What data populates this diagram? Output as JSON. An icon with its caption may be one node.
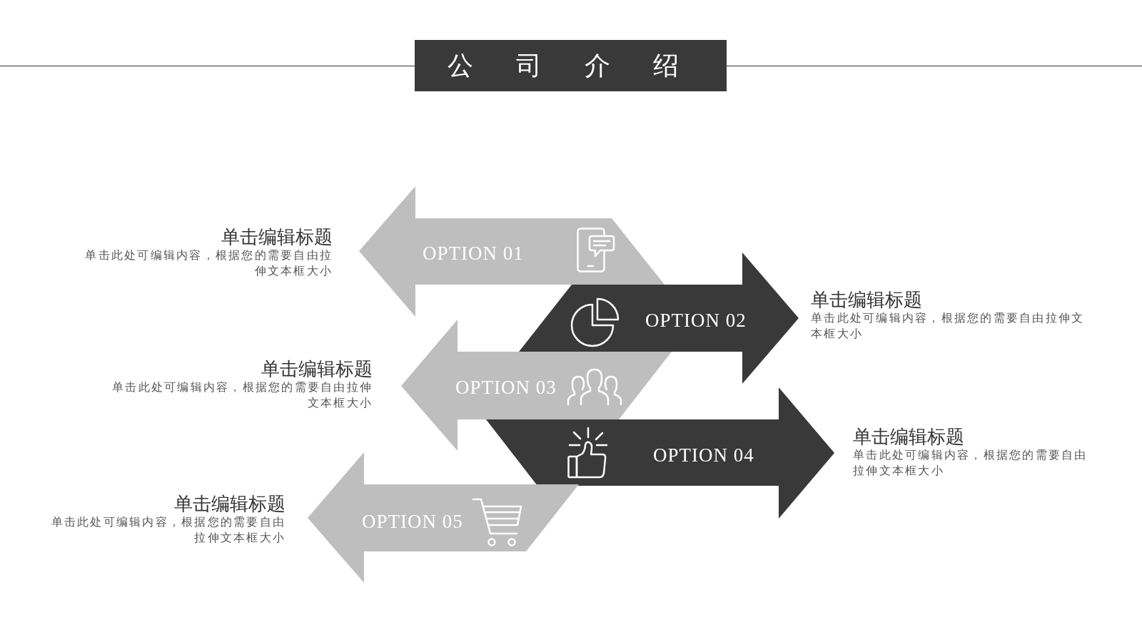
{
  "diagram": {
    "title": "公司介绍",
    "nodes": [
      {
        "text": [
          "OPTION 01"
        ],
        "beside": [
          "单击编辑标题",
          "单击此处可编辑内容，根据您的需要自由拉伸文本框大小"
        ]
      },
      {
        "text": [
          "OPTION 02"
        ],
        "beside": [
          "单击编辑标题",
          "单击此处可编辑内容，根据您的需要自由拉伸文本框大小"
        ]
      },
      {
        "text": [
          "OPTION 03"
        ],
        "beside": [
          "单击编辑标题",
          "单击此处可编辑内容，根据您的需要自由拉伸文本框大小"
        ]
      },
      {
        "text": [
          "OPTION 04"
        ],
        "beside": [
          "单击编辑标题",
          "单击此处可编辑内容，根据您的需要自由拉伸文本框大小"
        ]
      },
      {
        "text": [
          "OPTION 05"
        ],
        "beside": [
          "单击编辑标题",
          "单击此处可编辑内容，根据您的需要自由拉伸文本框大小"
        ]
      }
    ]
  }
}
